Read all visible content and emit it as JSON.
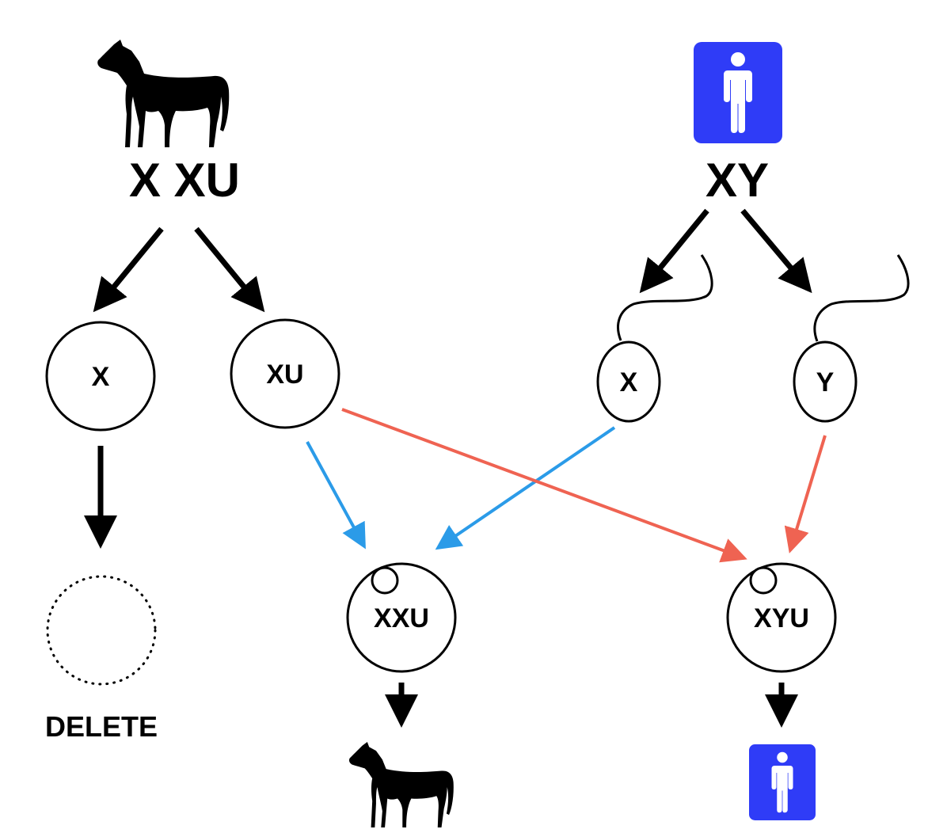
{
  "left_parent": {
    "icon": "horse-icon",
    "genotype": "X XU"
  },
  "right_parent": {
    "icon": "male-person-icon",
    "genotype": "XY",
    "badge_color": "#2f3cf7"
  },
  "gametes": {
    "x_left": "X",
    "xu_left": "XU",
    "x_right": "X",
    "y_right": "Y"
  },
  "outcomes": {
    "deleted_label": "DELETE",
    "offspring_xxu": "XXU",
    "offspring_xyu": "XYU",
    "offspring_xxu_icon": "horse-icon",
    "offspring_xyu_icon": "male-person-icon"
  },
  "colors": {
    "black_arrow": "#000000",
    "blue_arrow": "#2b9be8",
    "red_arrow": "#ef6352"
  }
}
